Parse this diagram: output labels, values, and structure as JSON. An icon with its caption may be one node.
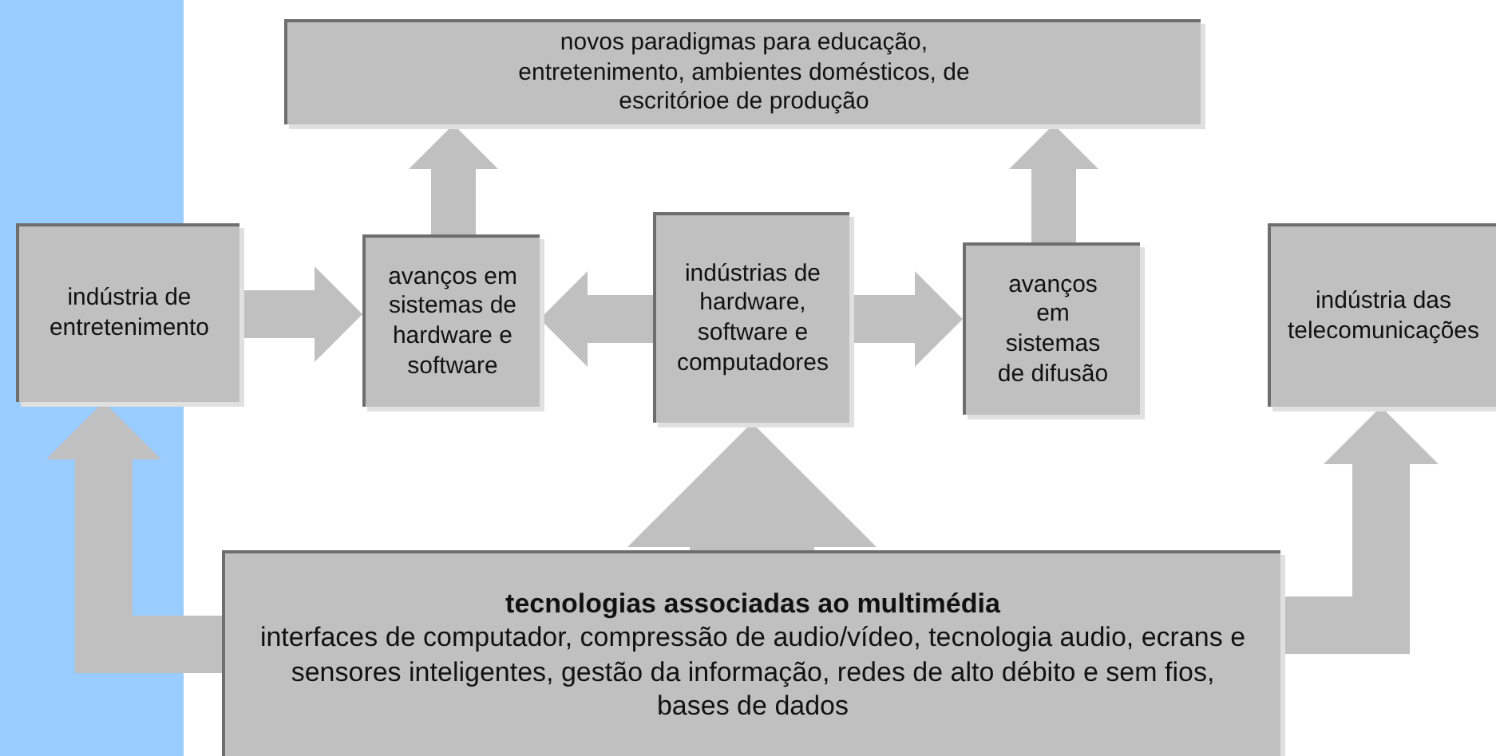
{
  "diagram": {
    "nodes": [
      {
        "text": [
          "novos paradigmas para educação, entretenimento, ambientes domésticos, de escritórioe de produção"
        ]
      },
      {
        "text": [
          "indústria de entretenimento"
        ]
      },
      {
        "text": [
          "avanços em sistemas de hardware e software"
        ]
      },
      {
        "text": [
          "indústrias de hardware, software e computadores"
        ]
      },
      {
        "text": [
          "avanços em sistemas de difusão"
        ]
      },
      {
        "text": [
          "indústria das telecomunicações"
        ]
      },
      {
        "text": [
          "tecnologias associadas ao multimédia",
          "interfaces de computador, compressão de audio/vídeo, tecnologia audio, ecrans e sensores inteligentes, gestão da informação, redes de alto débito e sem fios, bases de dados"
        ]
      }
    ],
    "edges": [
      {
        "from": 1,
        "to": 2,
        "arrow": "to"
      },
      {
        "from": 3,
        "to": 2,
        "arrow": "to"
      },
      {
        "from": 3,
        "to": 4,
        "arrow": "to"
      },
      {
        "from": 2,
        "to": 0,
        "arrow": "to"
      },
      {
        "from": 4,
        "to": 0,
        "arrow": "to"
      },
      {
        "from": 6,
        "to": 3,
        "arrow": "to",
        "style": "thick"
      },
      {
        "from": 6,
        "to": 1,
        "arrow": "to"
      },
      {
        "from": 6,
        "to": 5,
        "arrow": "to"
      }
    ]
  }
}
